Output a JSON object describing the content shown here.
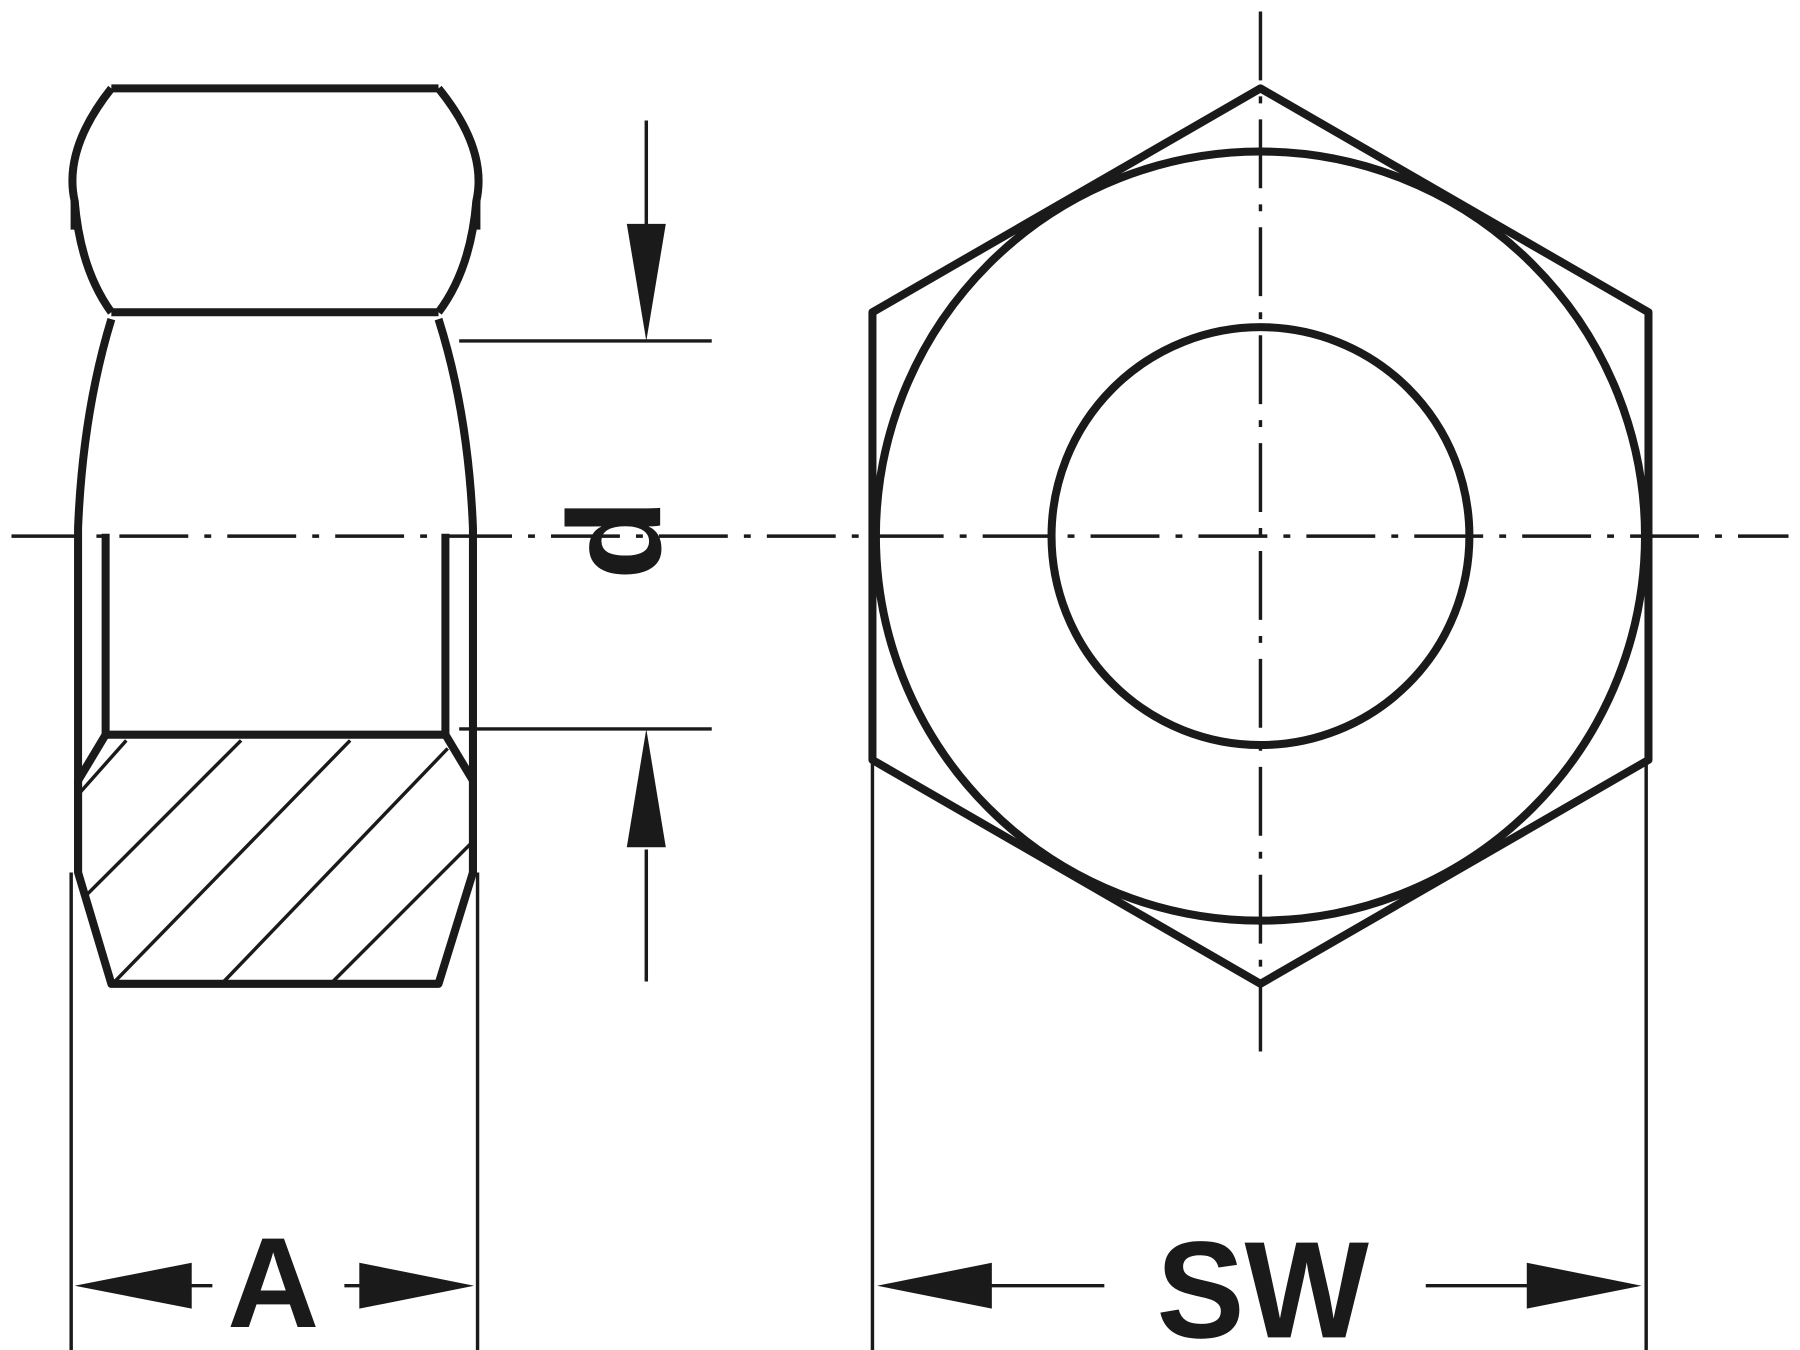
{
  "labels": {
    "width_across_flats": "SW",
    "height": "A",
    "diameter": "d"
  },
  "colors": {
    "line": "#1a1a1a",
    "background": "#ffffff"
  }
}
